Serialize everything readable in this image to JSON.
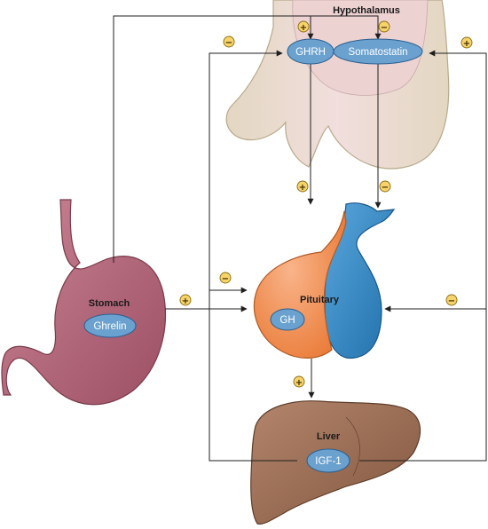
{
  "labels": {
    "hypothalamus": "Hypothalamus",
    "stomach": "Stomach",
    "pituitary": "Pituitary",
    "liver": "Liver"
  },
  "hormones": {
    "ghrh": "GHRH",
    "somatostatin": "Somatostatin",
    "ghrelin": "Ghrelin",
    "gh": "GH",
    "igf1": "IGF-1"
  },
  "signs": {
    "plus": "+",
    "minus": "−"
  },
  "colors": {
    "hormone_pill": "#6aa1cf",
    "stomach": "#b76a7c",
    "pituitary_anterior": "#f08c4c",
    "pituitary_posterior": "#2f86c4",
    "liver": "#9c6f58",
    "hypothalamus": "#e8d9cc",
    "sign_badge": "#f6d36b"
  }
}
